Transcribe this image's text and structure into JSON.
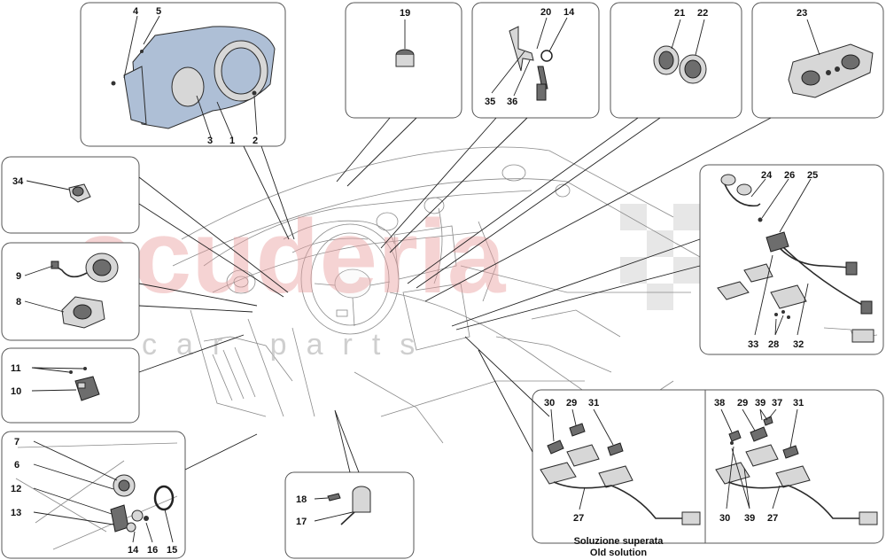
{
  "watermark": {
    "brand": "scuderia",
    "sub": "car parts"
  },
  "captions": {
    "old_solution_it": "Soluzione superata",
    "old_solution_en": "Old solution"
  },
  "labels": {
    "n1": "1",
    "n2": "2",
    "n3": "3",
    "n4": "4",
    "n5": "5",
    "n6": "6",
    "n7": "7",
    "n8": "8",
    "n9": "9",
    "n10": "10",
    "n11": "11",
    "n12": "12",
    "n13": "13",
    "n14a": "14",
    "n14b": "14",
    "n15": "15",
    "n16": "16",
    "n17": "17",
    "n18": "18",
    "n19": "19",
    "n20": "20",
    "n21": "21",
    "n22": "22",
    "n23": "23",
    "n24": "24",
    "n25": "25",
    "n26": "26",
    "n27a": "27",
    "n27b": "27",
    "n28": "28",
    "n29a": "29",
    "n29b": "29",
    "n30a": "30",
    "n30b": "30",
    "n31a": "31",
    "n31b": "31",
    "n32": "32",
    "n33": "33",
    "n34": "34",
    "n35": "35",
    "n36": "36",
    "n37": "37",
    "n38": "38",
    "n39a": "39",
    "n39b": "39"
  },
  "colors": {
    "part_blue": "#aebfd6",
    "watermark_red": "#e9a0a0",
    "line": "#222222"
  }
}
